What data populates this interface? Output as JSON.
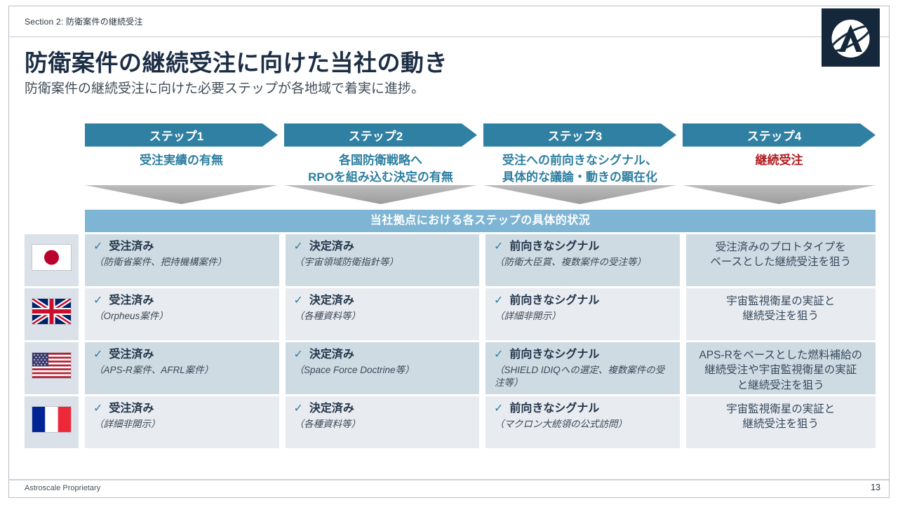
{
  "slide": {
    "section_label": "Section 2: 防衛案件の継続受注",
    "title": "防衛案件の継続受注に向けた当社の動き",
    "subtitle": "防衛案件の継続受注に向けた必要ステップが各地域で着実に進捗。",
    "footer_left": "Astroscale Proprietary",
    "page_number": "13"
  },
  "colors": {
    "accent_teal": "#2f80a2",
    "header_light_blue": "#7fb5d4",
    "title_navy": "#1c2e45",
    "highlight_red": "#b11d22",
    "row_dark": "#cfdbe3",
    "row_light": "#e8ebf0",
    "triangle_gray": "#a9a9a9",
    "logo_navy": "#15273a"
  },
  "check_glyph": "✓",
  "steps": [
    {
      "label": "ステップ1",
      "line1": "受注実績の有無",
      "line2": ""
    },
    {
      "label": "ステップ2",
      "line1": "各国防衛戦略へ",
      "line2": "RPOを組み込む決定の有無"
    },
    {
      "label": "ステップ3",
      "line1": "受注への前向きなシグナル、",
      "line2": "具体的な議論・動きの顕在化"
    },
    {
      "label": "ステップ4",
      "line1": "継続受注",
      "line2": ""
    }
  ],
  "status_table": {
    "header": "当社拠点における各ステップの具体的状況",
    "rows": [
      {
        "country": "Japan",
        "step1": {
          "status": "受注済み",
          "detail": "（防衛省案件、把持機構案件）"
        },
        "step2": {
          "status": "決定済み",
          "detail": "（宇宙領域防衛指針等）"
        },
        "step3": {
          "status": "前向きなシグナル",
          "detail": "（防衛大臣賞、複数案件の受注等）"
        },
        "summary_line1": "受注済みのプロトタイプを",
        "summary_line2": "ベースとした継続受注を狙う",
        "summary_line3": ""
      },
      {
        "country": "United Kingdom",
        "step1": {
          "status": "受注済み",
          "detail": "（Orpheus案件）"
        },
        "step2": {
          "status": "決定済み",
          "detail": "（各種資料等）"
        },
        "step3": {
          "status": "前向きなシグナル",
          "detail": "（詳細非開示）"
        },
        "summary_line1": "宇宙監視衛星の実証と",
        "summary_line2": "継続受注を狙う",
        "summary_line3": ""
      },
      {
        "country": "United States",
        "step1": {
          "status": "受注済み",
          "detail": "（APS-R案件、AFRL案件）"
        },
        "step2": {
          "status": "決定済み",
          "detail": "（Space Force Doctrine等）"
        },
        "step3": {
          "status": "前向きなシグナル",
          "detail": "（SHIELD IDIQへの選定、複数案件の受注等）"
        },
        "summary_line1": "APS-Rをベースとした燃料補給の",
        "summary_line2": "継続受注や宇宙監視衛星の実証",
        "summary_line3": "と継続受注を狙う"
      },
      {
        "country": "France",
        "step1": {
          "status": "受注済み",
          "detail": "（詳細非開示）"
        },
        "step2": {
          "status": "決定済み",
          "detail": "（各種資料等）"
        },
        "step3": {
          "status": "前向きなシグナル",
          "detail": "（マクロン大統領の公式訪問）"
        },
        "summary_line1": "宇宙監視衛星の実証と",
        "summary_line2": "継続受注を狙う",
        "summary_line3": ""
      }
    ]
  }
}
